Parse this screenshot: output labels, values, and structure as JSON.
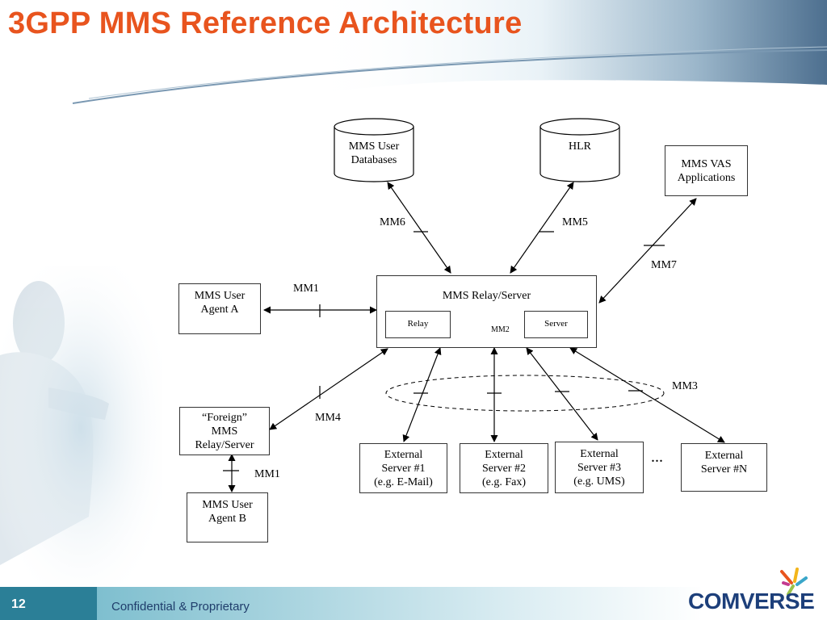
{
  "slide": {
    "title": "3GPP MMS Reference Architecture",
    "page_number": "12",
    "footer_text": "Confidential & Proprietary",
    "logo_text": "COMVERSE",
    "title_color": "#e8541e",
    "brand_color": "#1d3f7a"
  },
  "diagram": {
    "databases": {
      "user_db": [
        "MMS User",
        "Databases"
      ],
      "hlr": [
        "HLR"
      ]
    },
    "boxes": {
      "vas": [
        "MMS VAS",
        "Applications"
      ],
      "ua_a": [
        "MMS User",
        "Agent A"
      ],
      "relay_server_title": "MMS Relay/Server",
      "relay": "Relay",
      "server": "Server",
      "foreign": [
        "“Foreign”",
        "MMS",
        "Relay/Server"
      ],
      "ua_b": [
        "MMS User",
        "Agent B"
      ],
      "ext1": [
        "External",
        "Server #1",
        "(e.g. E-Mail)"
      ],
      "ext2": [
        "External",
        "Server #2",
        "(e.g. Fax)"
      ],
      "ext3": [
        "External",
        "Server #3",
        "(e.g. UMS)"
      ],
      "extn": [
        "External",
        "Server #N"
      ]
    },
    "interfaces": {
      "mm1_top": "MM1",
      "mm1_bottom": "MM1",
      "mm2": "MM2",
      "mm3": "MM3",
      "mm4": "MM4",
      "mm5": "MM5",
      "mm6": "MM6",
      "mm7": "MM7"
    },
    "ellipsis": "..."
  }
}
